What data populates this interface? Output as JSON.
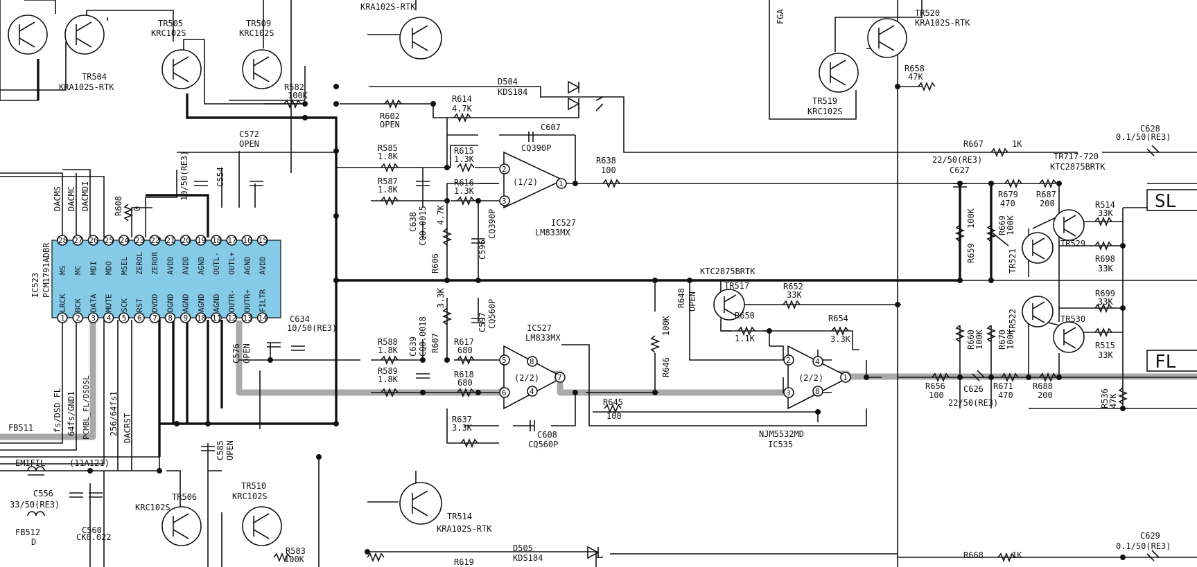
{
  "ic": {
    "ref": "IC523",
    "part": "PCM1791ADBR",
    "fill": "#85cbe8",
    "top_pins": [
      {
        "num": "28",
        "name": "MS"
      },
      {
        "num": "27",
        "name": "MC"
      },
      {
        "num": "26",
        "name": "MDI"
      },
      {
        "num": "25",
        "name": "MDO"
      },
      {
        "num": "24",
        "name": "MSEL"
      },
      {
        "num": "23",
        "name": "ZEROL"
      },
      {
        "num": "22",
        "name": "ZEROR"
      },
      {
        "num": "21",
        "name": "AVDD"
      },
      {
        "num": "20",
        "name": "AVDD"
      },
      {
        "num": "19",
        "name": "AGND"
      },
      {
        "num": "18",
        "name": "OUTL-"
      },
      {
        "num": "17",
        "name": "OUTL+"
      },
      {
        "num": "16",
        "name": "AGND"
      },
      {
        "num": "15",
        "name": "AVDD"
      }
    ],
    "bottom_pins": [
      {
        "num": "1",
        "name": "LRCK"
      },
      {
        "num": "2",
        "name": "BCK"
      },
      {
        "num": "3",
        "name": "DATA"
      },
      {
        "num": "4",
        "name": "MUTE"
      },
      {
        "num": "5",
        "name": "SCK"
      },
      {
        "num": "6",
        "name": "RST"
      },
      {
        "num": "7",
        "name": "DVDD"
      },
      {
        "num": "8",
        "name": "DGND"
      },
      {
        "num": "9",
        "name": "AGND"
      },
      {
        "num": "10",
        "name": "AGND"
      },
      {
        "num": "11",
        "name": "AGND"
      },
      {
        "num": "12",
        "name": "OUTR-"
      },
      {
        "num": "13",
        "name": "OUTR+"
      },
      {
        "num": "14",
        "name": "FILTR"
      }
    ]
  },
  "ic_top_nets": [
    "DACMS",
    "DACMC",
    "DACMDI"
  ],
  "ic_bottom_nets": [
    "fs/DSD_FL",
    "64fs/GND1",
    "PCMBL_FL/DSDSL",
    "256/64fs1",
    "DACRST"
  ],
  "transistors": [
    {
      "ref": "TR505",
      "part": "KRC102S"
    },
    {
      "ref": "TR509",
      "part": "KRC102S"
    },
    {
      "ref": "TR504",
      "part": "KRA102S-RTK"
    },
    {
      "ref": "",
      "part": "KRA102S-RTK"
    },
    {
      "ref": "TR520",
      "part": "KRA102S-RTK"
    },
    {
      "ref": "TR519",
      "part": "KRC102S"
    },
    {
      "ref": "TR517",
      "part": "KTC2875BRTK"
    },
    {
      "ref": "TR506",
      "part": "KRC102S"
    },
    {
      "ref": "TR510",
      "part": "KRC102S"
    },
    {
      "ref": "TR514",
      "part": "KRA102S-RTK"
    },
    {
      "ref": "TR521",
      "part": ""
    },
    {
      "ref": "TR529",
      "part": ""
    },
    {
      "ref": "TR522",
      "part": ""
    },
    {
      "ref": "TR530",
      "part": ""
    }
  ],
  "tr_group": {
    "ref": "TR717-720",
    "part": "KTC2875BRTK"
  },
  "resistors": [
    {
      "ref": "R582",
      "value": "100K"
    },
    {
      "ref": "R602",
      "value": "OPEN"
    },
    {
      "ref": "R614",
      "value": "4.7K"
    },
    {
      "ref": "R585",
      "value": "1.8K"
    },
    {
      "ref": "R615",
      "value": "1.3K"
    },
    {
      "ref": "R587",
      "value": "1.8K"
    },
    {
      "ref": "R616",
      "value": "1.3K"
    },
    {
      "ref": "R638",
      "value": "100"
    },
    {
      "ref": "R608",
      "value": "0"
    },
    {
      "ref": "R606",
      "value": "4.7K"
    },
    {
      "ref": "R607",
      "value": "3.3K"
    },
    {
      "ref": "R588",
      "value": "1.8K"
    },
    {
      "ref": "R617",
      "value": "680"
    },
    {
      "ref": "R589",
      "value": "1.8K"
    },
    {
      "ref": "R618",
      "value": "680"
    },
    {
      "ref": "R637",
      "value": "3.3K"
    },
    {
      "ref": "R645",
      "value": "100"
    },
    {
      "ref": "R646",
      "value": "100K"
    },
    {
      "ref": "R648",
      "value": "OPEN"
    },
    {
      "ref": "R650",
      "value": "1.1K"
    },
    {
      "ref": "R652",
      "value": "33K"
    },
    {
      "ref": "R654",
      "value": "3.3K"
    },
    {
      "ref": "R656",
      "value": "100"
    },
    {
      "ref": "R658",
      "value": "47K"
    },
    {
      "ref": "R667",
      "value": "1K"
    },
    {
      "ref": "R679",
      "value": "470"
    },
    {
      "ref": "R687",
      "value": "200"
    },
    {
      "ref": "R659",
      "value": "100K"
    },
    {
      "ref": "R669",
      "value": "100K"
    },
    {
      "ref": "R660",
      "value": "100K"
    },
    {
      "ref": "R670",
      "value": "100K"
    },
    {
      "ref": "R671",
      "value": "470"
    },
    {
      "ref": "R688",
      "value": "200"
    },
    {
      "ref": "R514",
      "value": "33K"
    },
    {
      "ref": "R698",
      "value": "33K"
    },
    {
      "ref": "R699",
      "value": "33K"
    },
    {
      "ref": "R515",
      "value": "33K"
    },
    {
      "ref": "R536",
      "value": "47K"
    },
    {
      "ref": "R583",
      "value": "100K"
    },
    {
      "ref": "R619",
      "value": ""
    },
    {
      "ref": "R668",
      "value": "1K"
    }
  ],
  "capacitors": [
    {
      "ref": "C572",
      "value": "OPEN"
    },
    {
      "ref": "C607",
      "value": "CQ390P"
    },
    {
      "ref": "C554",
      "value": "10/50(RE3)"
    },
    {
      "ref": "C638",
      "value": "CQ0.0015"
    },
    {
      "ref": "C596",
      "value": "CQ390P"
    },
    {
      "ref": "C639",
      "value": "CQ0.0018"
    },
    {
      "ref": "C597",
      "value": "CQ560P"
    },
    {
      "ref": "C634",
      "value": "10/50(RE3)"
    },
    {
      "ref": "C576",
      "value": "OPEN"
    },
    {
      "ref": "C608",
      "value": "CQ560P"
    },
    {
      "ref": "C585",
      "value": "OPEN"
    },
    {
      "ref": "C556",
      "value": "33/50(RE3)"
    },
    {
      "ref": "C560",
      "value": "CK0.022"
    },
    {
      "ref": "C628",
      "value": "0.1/50(RE3)"
    },
    {
      "ref": "C627",
      "value": "22/50(RE3)"
    },
    {
      "ref": "C626",
      "value": "22/50(RE3)"
    },
    {
      "ref": "C629",
      "value": "0.1/50(RE3)"
    }
  ],
  "diodes": [
    {
      "ref": "D504",
      "part": "KDS184"
    },
    {
      "ref": "D505",
      "part": "KDS184"
    }
  ],
  "opamps": [
    {
      "ref": "IC527",
      "part": "LM833MX",
      "unit": "(1/2)",
      "pins": [
        "2",
        "3",
        "1"
      ]
    },
    {
      "ref": "IC527",
      "part": "LM833MX",
      "unit": "(2/2)",
      "pins": [
        "5",
        "6",
        "7",
        "8",
        "4"
      ]
    },
    {
      "ref": "",
      "part": "",
      "unit": "(2/2)",
      "pins": [
        "2",
        "3",
        "1",
        "4",
        "8"
      ]
    }
  ],
  "ic535": {
    "ref": "IC535",
    "part": "NJM5532MD"
  },
  "filters": [
    {
      "ref": "FB511",
      "part": ""
    },
    {
      "ref": "EMIFIL",
      "part": "(11A121)"
    },
    {
      "ref": "FB512",
      "part": "D"
    }
  ],
  "connectors": {
    "sl": "SL",
    "fl": "FL",
    "fga": "FGA"
  },
  "colors": {
    "ic_fill": "#85cbe8",
    "signal_path": "#a9a9a9",
    "ink": "#111111"
  }
}
